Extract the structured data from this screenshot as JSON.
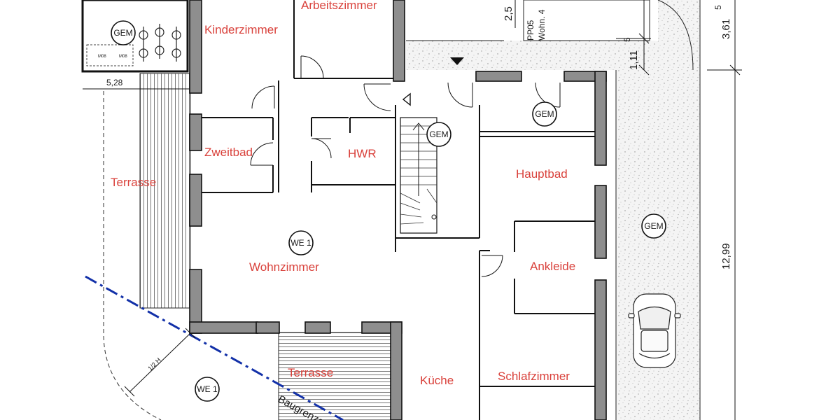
{
  "rooms": {
    "kinderzimmer": "Kinderzimmer",
    "arbeitszimmer": "Arbeitszimmer",
    "zweitbad": "Zweitbad",
    "hwr": "HWR",
    "terrasse_west": "Terrasse",
    "hauptbad": "Hauptbad",
    "wohnzimmer": "Wohnzimmer",
    "ankleide": "Ankleide",
    "terrasse_south": "Terrasse",
    "kueche": "Küche",
    "schlafzimmer": "Schlafzimmer"
  },
  "tags": {
    "gem_bikes": "GEM",
    "gem_stair": "GEM",
    "gem_entry": "GEM",
    "gem_driveway": "GEM",
    "we1_main": "WE 1",
    "we1_garden": "WE 1"
  },
  "dimensions": {
    "d_528": "5,28",
    "d_250": "2,5",
    "d_3615": "3,61",
    "d_3615_sup": "5",
    "d_1115": "1,11",
    "d_1115_sup": "5",
    "d_1299": "12,99",
    "d_12h": "1/2 H"
  },
  "labels": {
    "parking_line1": "PP05",
    "parking_line2": "Wohn. 4",
    "baugrenze": "Baugrenze"
  },
  "colors": {
    "wall": "#8e8e8e",
    "room_label": "#d9413b",
    "baugrenze_line": "#1230a8"
  }
}
